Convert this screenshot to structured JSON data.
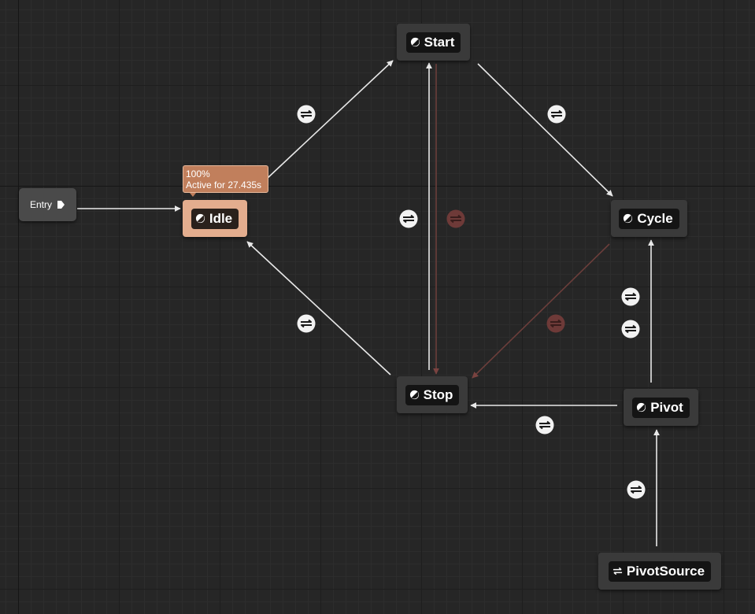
{
  "graph": {
    "entry": {
      "label": "Entry",
      "icon": "play-arrow-icon"
    },
    "states": [
      {
        "id": "start",
        "label": "Start",
        "icon": "state-icon",
        "active": false
      },
      {
        "id": "idle",
        "label": "Idle",
        "icon": "state-icon",
        "active": true
      },
      {
        "id": "cycle",
        "label": "Cycle",
        "icon": "state-icon",
        "active": false
      },
      {
        "id": "stop",
        "label": "Stop",
        "icon": "state-icon",
        "active": false
      },
      {
        "id": "pivot",
        "label": "Pivot",
        "icon": "state-icon",
        "active": false
      },
      {
        "id": "pivotsource",
        "label": "PivotSource",
        "icon": "conduit-icon",
        "active": false
      }
    ],
    "active_tooltip": {
      "weight": "100%",
      "status": "Active for 27.435s"
    },
    "transitions": [
      {
        "from": "entry",
        "to": "idle",
        "rule": false
      },
      {
        "from": "idle",
        "to": "start",
        "rule": true,
        "dimmed": false
      },
      {
        "from": "start",
        "to": "cycle",
        "rule": true,
        "dimmed": false
      },
      {
        "from": "start",
        "to": "stop",
        "rule": true,
        "dimmed": true
      },
      {
        "from": "stop",
        "to": "start",
        "rule": true,
        "dimmed": false
      },
      {
        "from": "stop",
        "to": "idle",
        "rule": true,
        "dimmed": false
      },
      {
        "from": "cycle",
        "to": "stop",
        "rule": true,
        "dimmed": true
      },
      {
        "from": "pivot",
        "to": "cycle",
        "rule": true,
        "dimmed": false
      },
      {
        "from": "pivot",
        "to": "stop",
        "rule": true,
        "dimmed": false
      },
      {
        "from": "pivotsource",
        "to": "pivot",
        "rule": true,
        "dimmed": false
      }
    ],
    "colors": {
      "canvas": "#262626",
      "node": "#3a3a3a",
      "node_title": "#141414",
      "active_node": "#e3ad8e",
      "tooltip": "#c17f5c",
      "wire": "#e8e8e8",
      "wire_dimmed": "#6b3e3b",
      "transition_icon": "#f2f2f2",
      "transition_icon_dimmed": "#6e3a38"
    }
  }
}
